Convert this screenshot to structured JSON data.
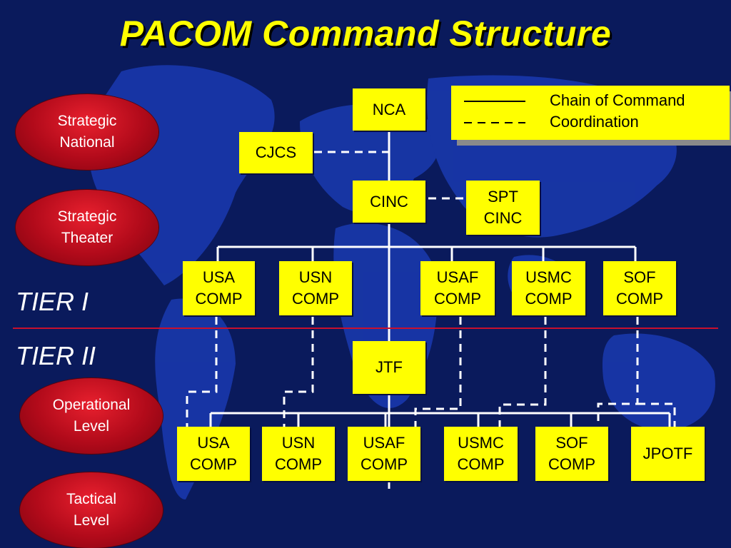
{
  "title": "PACOM Command Structure",
  "legend": {
    "solid_label": "Chain of Command",
    "dashed_label": "Coordination"
  },
  "levels": {
    "strategic_national": "Strategic\nNational",
    "strategic_theater": "Strategic\nTheater",
    "operational": "Operational\nLevel",
    "tactical": "Tactical\nLevel"
  },
  "tiers": {
    "tier1": "TIER I",
    "tier2": "TIER II"
  },
  "nodes": {
    "nca": "NCA",
    "cjcs": "CJCS",
    "cinc": "CINC",
    "spt_cinc": "SPT\nCINC",
    "jtf": "JTF",
    "jpotf": "JPOTF"
  },
  "tier1_components": [
    "USA\nCOMP",
    "USN\nCOMP",
    "USAF\nCOMP",
    "USMC\nCOMP",
    "SOF\nCOMP"
  ],
  "tier2_components": [
    "USA\nCOMP",
    "USN\nCOMP",
    "USAF\nCOMP",
    "USMC\nCOMP",
    "SOF\nCOMP"
  ],
  "colors": {
    "background": "#0a1a5c",
    "box": "#ffff00",
    "title": "#ffff00",
    "oval": "#c0101f",
    "divider": "#c8102e"
  }
}
